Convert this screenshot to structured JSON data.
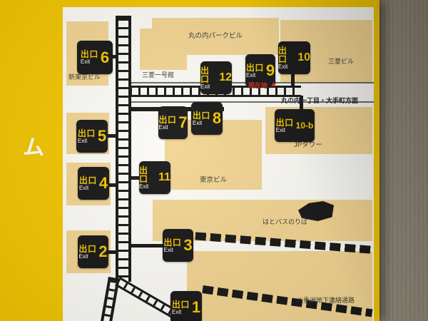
{
  "frame": {
    "side_char": "ム"
  },
  "exit_sign": {
    "kanji": "出口",
    "en": "Exit"
  },
  "exits": {
    "e1": "1",
    "e2": "2",
    "e3": "3",
    "e4": "4",
    "e5": "5",
    "e6": "6",
    "e7": "7",
    "e8": "8",
    "e9": "9",
    "e10": "10",
    "e10b": "10-b",
    "e11": "11",
    "e12": "12"
  },
  "buildings": {
    "marunouchi_park": "丸の内パークビル",
    "mitsubishi_bldg": "三菱ビル",
    "shin_tokyo_bldg": "新東京ビル",
    "mitsubishi_ichigokan": "三菱一号館",
    "jp_tower": "JPタワー",
    "tokyo_bldg": "東京ビル",
    "hato_bus": "はとバスのりば",
    "yaesu_passage": "八重洲地下連絡通路"
  },
  "markers": {
    "current_location": "現在地",
    "current_location_arrow": "▲",
    "direction": "丸の内一丁目・大手町方面"
  },
  "colors": {
    "frame_yellow": "#f2c500",
    "building_tan": "#f2d492",
    "sign_black": "#171717",
    "accent_red": "#d0291c"
  }
}
